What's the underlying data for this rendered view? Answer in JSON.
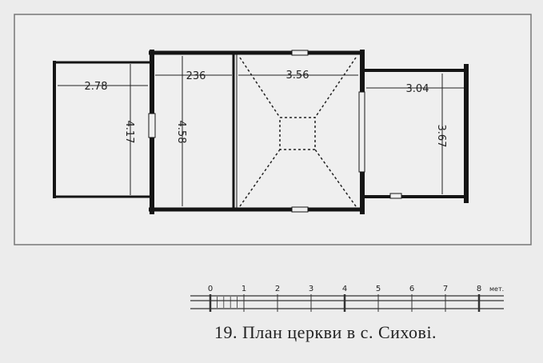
{
  "plan": {
    "dimensions": {
      "porch_width": "2.78",
      "porch_depth": "4.17",
      "babinets_width": "236",
      "nave_height": "4.58",
      "nave_width": "3.56",
      "sanctuary_width": "3.04",
      "sanctuary_depth": "3.67"
    }
  },
  "scale": {
    "ticks": [
      "0",
      "1",
      "2",
      "3",
      "4",
      "5",
      "6",
      "7",
      "8"
    ],
    "unit": "мет."
  },
  "caption": "19. План церкви в с. Сихові."
}
